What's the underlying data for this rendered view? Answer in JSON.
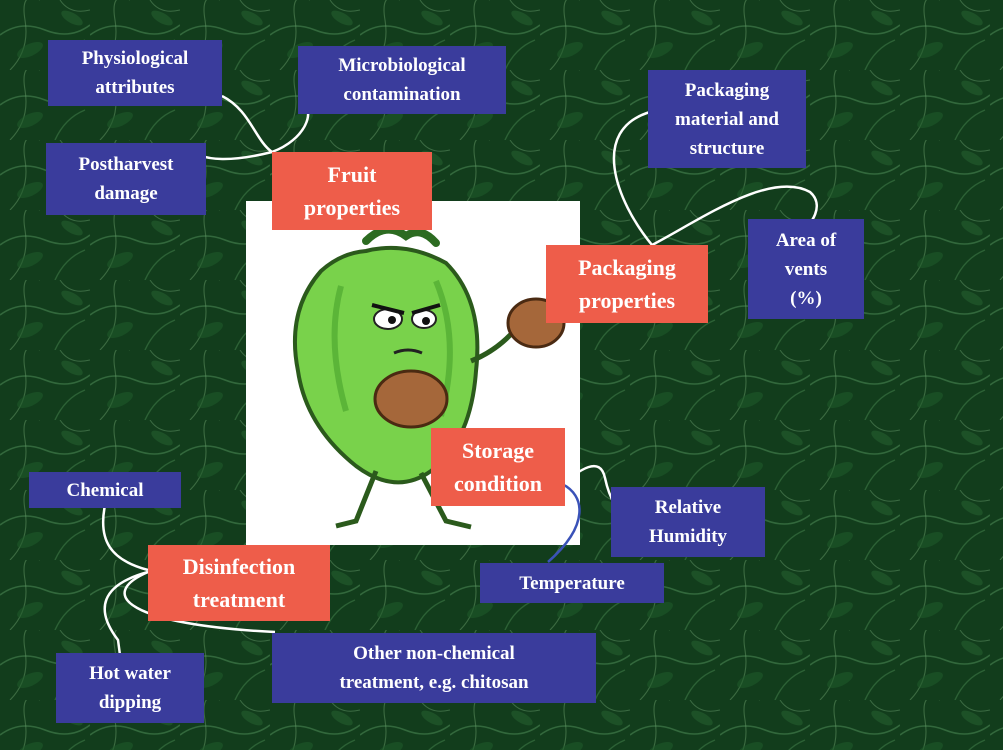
{
  "colors": {
    "background": "#123d1c",
    "factor_box": "#3a3c9c",
    "category_box": "#ee5d4a",
    "text": "#ffffff",
    "connector_white": "#ffffff",
    "connector_blue": "#3a52b8"
  },
  "categories": {
    "fruit": "Fruit\nproperties",
    "packaging": "Packaging\nproperties",
    "storage": "Storage\ncondition",
    "disinfection": "Disinfection\ntreatment"
  },
  "factors": {
    "physiological": "Physiological\nattributes",
    "microbiological": "Microbiological\ncontamination",
    "postharvest": "Postharvest\ndamage",
    "packaging_material": "Packaging\nmaterial and\nstructure",
    "vents": "Area of\nvents\n(%)",
    "humidity": "Relative\nHumidity",
    "temperature": "Temperature",
    "chemical": "Chemical",
    "hot_water": "Hot water\ndipping",
    "non_chemical": "Other non-chemical\ntreatment, e.g. chitosan"
  },
  "illustration": "boxing-pepper-cartoon"
}
